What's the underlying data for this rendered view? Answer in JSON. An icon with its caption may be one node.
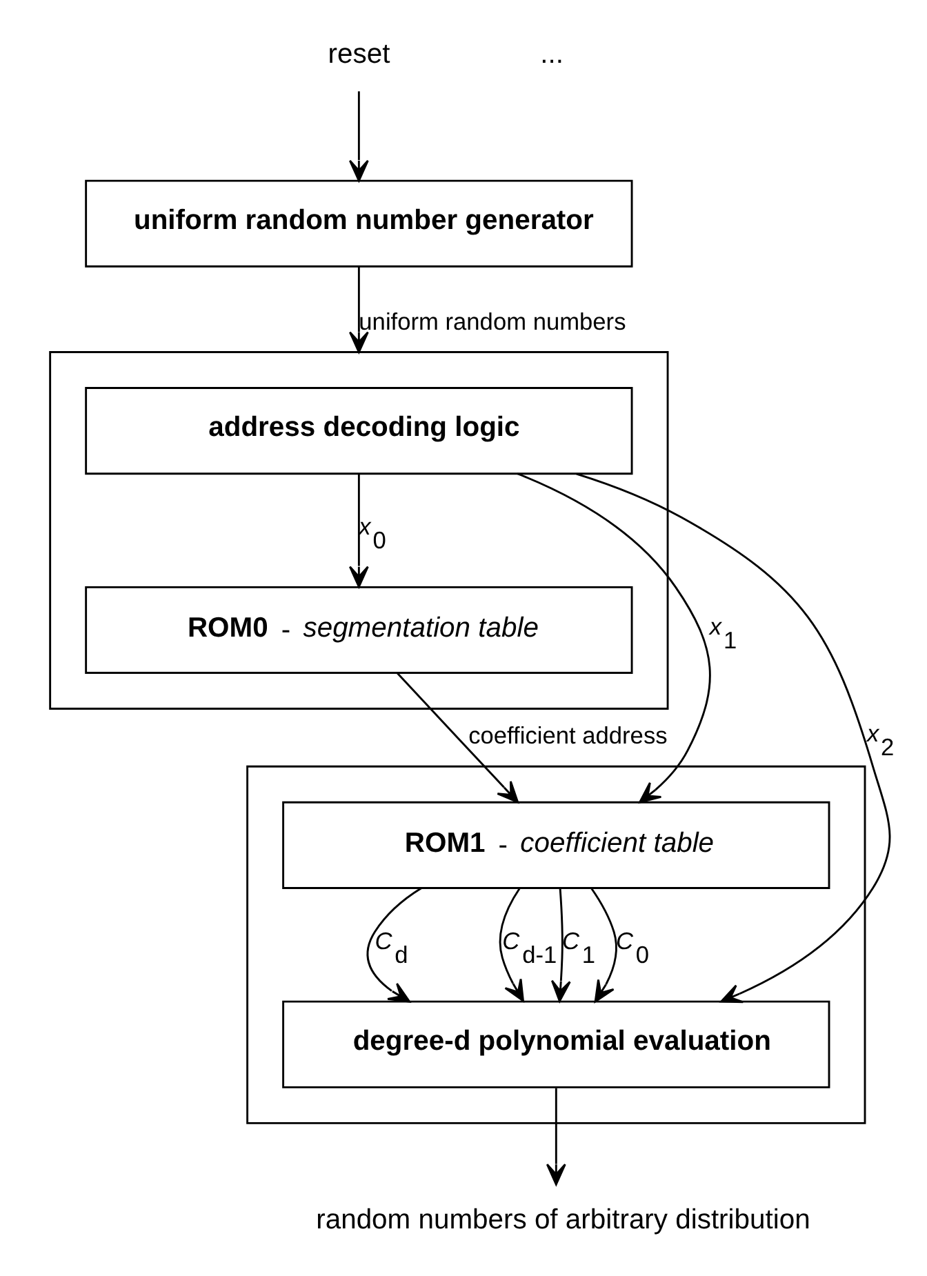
{
  "diagram": {
    "nodes": [
      {
        "text": [
          "reset"
        ]
      },
      {
        "text": [
          "uniform random number generator"
        ]
      },
      {
        "text": [],
        "shape": "box"
      },
      {
        "text": [
          "address decoding logic"
        ],
        "in": 2
      },
      {
        "text": [
          "**ROM0** - *segmentation table*"
        ],
        "in": 2
      },
      {
        "text": [],
        "shape": "box"
      },
      {
        "text": [
          "**ROM1** - *coefficient table*"
        ],
        "in": 5
      },
      {
        "text": [
          "degree-d polynomial evaluation"
        ],
        "in": 5
      },
      {
        "text": [
          "random numbers of arbitrary distribution"
        ]
      }
    ],
    "edges": [
      {
        "from": 0,
        "to": 1,
        "arrow": "to"
      },
      {
        "from": 1,
        "to": 2,
        "arrow": "to",
        "label": "uniform random numbers"
      },
      {
        "from": 3,
        "to": 4,
        "arrow": "to",
        "label": "*x*$_{0}$"
      },
      {
        "from": 3,
        "to": 6,
        "arrow": "to",
        "label": "*x*$_{1}$"
      },
      {
        "from": 4,
        "to": 6,
        "arrow": "to",
        "label": "coefficient address"
      },
      {
        "from": 3,
        "to": 7,
        "arrow": "to",
        "label": "*x*$_{2}$"
      },
      {
        "from": 6,
        "to": 7,
        "arrow": "to",
        "label": "*C*$_{d}$"
      },
      {
        "from": 6,
        "to": 7,
        "arrow": "to",
        "label": "*C*$_{d-1}$"
      },
      {
        "from": 6,
        "to": 7,
        "arrow": "to",
        "label": "*C*$_{1}$"
      },
      {
        "from": 6,
        "to": 7,
        "arrow": "to",
        "label": "*C*$_{0}$"
      },
      {
        "from": 7,
        "to": 8,
        "arrow": "to"
      }
    ],
    "labels": [
      "..."
    ]
  }
}
